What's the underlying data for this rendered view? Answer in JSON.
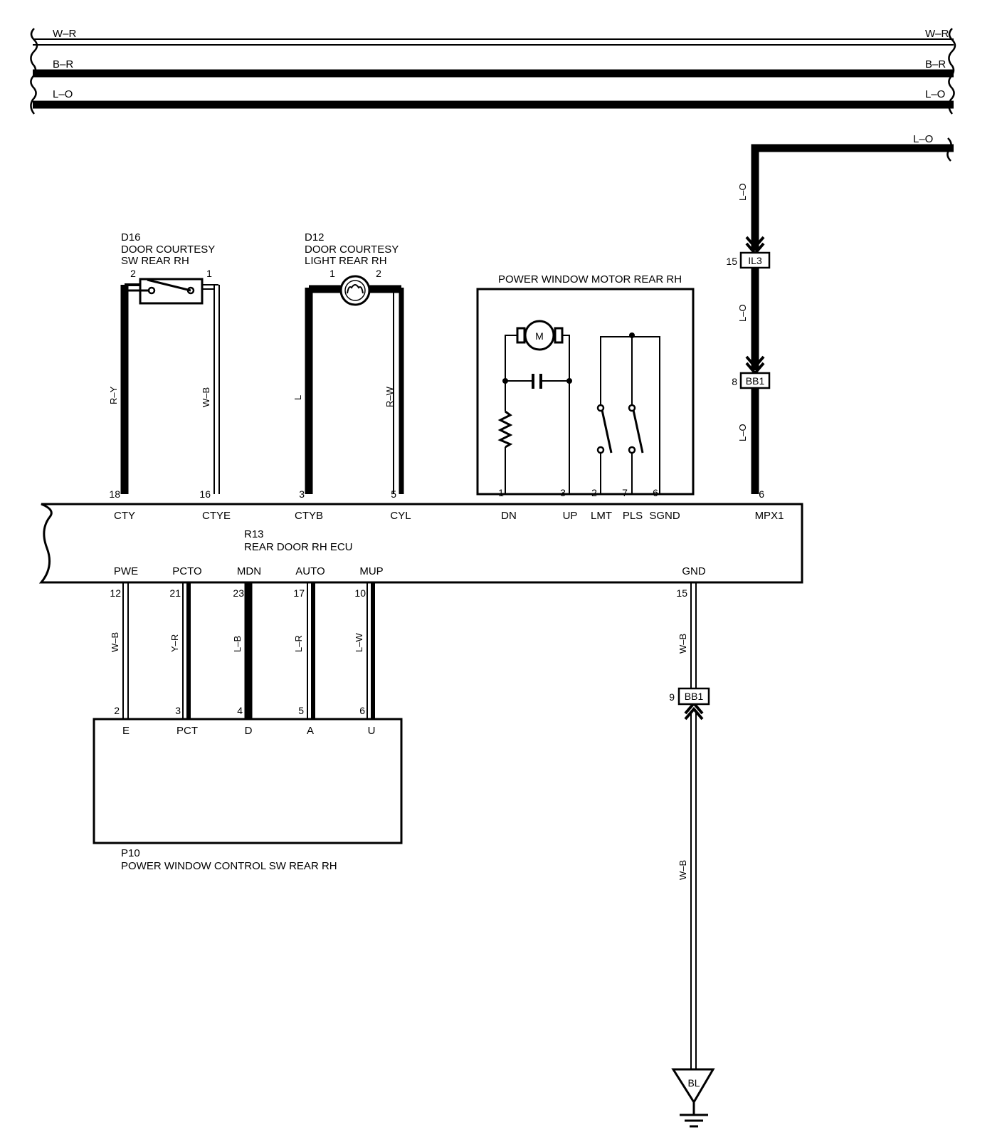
{
  "buses": [
    {
      "left": "W–R",
      "right": "W–R"
    },
    {
      "left": "B–R",
      "right": "B–R"
    },
    {
      "left": "L–O",
      "right": "L–O"
    }
  ],
  "branch": {
    "label_top": "L–O",
    "wire_top": "L–O",
    "wire_mid": "L–O",
    "wire_bot": "L–O"
  },
  "connectors": {
    "il3": {
      "name": "IL3",
      "pin": "15"
    },
    "bb1_upper": {
      "name": "BB1",
      "pin": "8"
    },
    "bb1_lower": {
      "name": "BB1",
      "pin": "9"
    }
  },
  "d16": {
    "id": "D16",
    "line1": "DOOR COURTESY",
    "line2": "SW REAR RH",
    "pin_left": "2",
    "pin_right": "1",
    "wire_left": "R–Y",
    "wire_right": "W–B"
  },
  "d12": {
    "id": "D12",
    "line1": "DOOR COURTESY",
    "line2": "LIGHT REAR RH",
    "pin_left": "1",
    "pin_right": "2",
    "wire_left": "L",
    "wire_right": "R–W"
  },
  "motor": {
    "title": "POWER WINDOW MOTOR REAR RH",
    "symbol": "M",
    "pins": [
      "1",
      "3",
      "2",
      "7",
      "6"
    ]
  },
  "ecu": {
    "id": "R13",
    "name": "REAR DOOR RH ECU",
    "top_terms": [
      {
        "name": "CTY",
        "pin": "18"
      },
      {
        "name": "CTYE",
        "pin": "16"
      },
      {
        "name": "CTYB",
        "pin": "3"
      },
      {
        "name": "CYL",
        "pin": "5"
      },
      {
        "name": "DN"
      },
      {
        "name": "UP"
      },
      {
        "name": "LMT"
      },
      {
        "name": "PLS"
      },
      {
        "name": "SGND"
      },
      {
        "name": "MPX1",
        "pin": "6"
      }
    ],
    "bottom_terms": [
      {
        "name": "PWE",
        "pin": "12",
        "wire": "W–B"
      },
      {
        "name": "PCTO",
        "pin": "21",
        "wire": "Y–R"
      },
      {
        "name": "MDN",
        "pin": "23",
        "wire": "L–B"
      },
      {
        "name": "AUTO",
        "pin": "17",
        "wire": "L–R"
      },
      {
        "name": "MUP",
        "pin": "10",
        "wire": "L–W"
      }
    ],
    "gnd": {
      "name": "GND",
      "pin": "15"
    }
  },
  "p10": {
    "id": "P10",
    "name": "POWER WINDOW CONTROL SW REAR RH",
    "terms": [
      {
        "name": "E",
        "pin": "2"
      },
      {
        "name": "PCT",
        "pin": "3"
      },
      {
        "name": "D",
        "pin": "4"
      },
      {
        "name": "A",
        "pin": "5"
      },
      {
        "name": "U",
        "pin": "6"
      }
    ]
  },
  "ground": {
    "wire_upper": "W–B",
    "wire_lower": "W–B",
    "symbol": "BL"
  }
}
